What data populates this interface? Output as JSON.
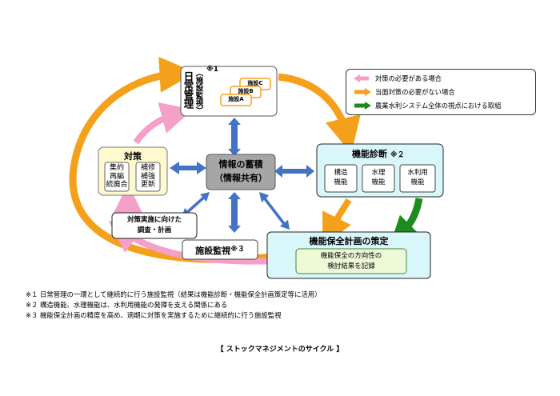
{
  "daily": {
    "title": "日常管理",
    "sub": "（施設監視）",
    "mark": "※1",
    "facilities": [
      "施設C",
      "施設B",
      "施設A"
    ]
  },
  "legend": [
    {
      "label": "対策の必要がある場合",
      "color": "#f4a0c8"
    },
    {
      "label": "当面対策の必要がない場合",
      "color": "#f5a01a"
    },
    {
      "label": "農業水利システム全体の視点における取組",
      "color": "#1f8a1f"
    }
  ],
  "measures": {
    "title": "対策",
    "col1": [
      "集約",
      "再編",
      "統廃合"
    ],
    "col2": [
      "補修",
      "補強",
      "更新"
    ]
  },
  "center": {
    "line1": "情報の蓄積",
    "line2": "（情報共有）"
  },
  "diagnosis": {
    "title": "機能診断",
    "mark": "※２",
    "items": [
      [
        "構造",
        "機能"
      ],
      [
        "水理",
        "機能"
      ],
      [
        "水利用",
        "機能"
      ]
    ]
  },
  "survey": {
    "line1": "対策実施に向けた",
    "line2": "調査・計画"
  },
  "monitor": {
    "title": "施設監視",
    "mark": "※３"
  },
  "plan": {
    "title": "機能保全計画の策定",
    "inner1": "機能保全の方向性の",
    "inner2": "検討結果を記録"
  },
  "notes": [
    "※１ 日常管理の一環として継続的に行う施設監視（結果は機能診断・機能保全計画策定等に活用）",
    "※２ 構造機能、水理機能は、水利用機能の発揮を支える関係にある",
    "※３ 機能保全計画の精度を高め、適期に対策を実施するために継続的に行う施設監視"
  ],
  "caption": "【 ストックマネジメントのサイクル 】"
}
